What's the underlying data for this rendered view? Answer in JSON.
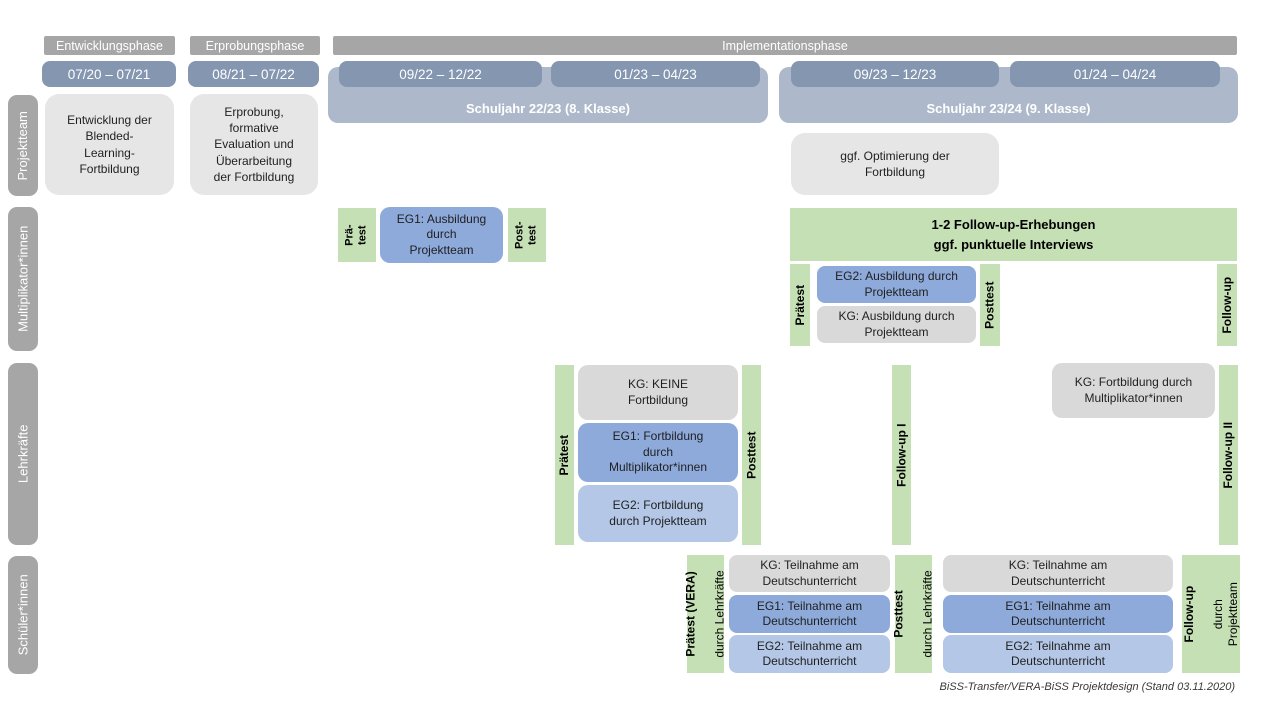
{
  "palette": {
    "phase_gray": "#a6a6a6",
    "date_bar_blue": "#8496b0",
    "schoolyear_blue": "#adb9ca",
    "projektteam_box_gray": "#e7e6e6",
    "test_green": "#c5e0b4",
    "eg1_blue": "#8eaadb",
    "eg2_light_blue": "#b4c7e7",
    "kg_gray": "#d9d9d9"
  },
  "header": {
    "phases": [
      {
        "label": "Entwicklungsphase"
      },
      {
        "label": "Erprobungsphase"
      },
      {
        "label": "Implementationsphase"
      }
    ],
    "periods": [
      {
        "label": "07/20 – 07/21"
      },
      {
        "label": "08/21 – 07/22"
      },
      {
        "label": "09/22 – 12/22"
      },
      {
        "label": "01/23 – 04/23"
      },
      {
        "label": "09/23 – 12/23"
      },
      {
        "label": "01/24 – 04/24"
      }
    ],
    "school_years": [
      {
        "label": "Schuljahr 22/23 (8. Klasse)"
      },
      {
        "label": "Schuljahr 23/24 (9. Klasse)"
      }
    ]
  },
  "rows": {
    "projektteam": {
      "label": "Projektteam"
    },
    "multiplikatoren": {
      "label": "Multiplikator*innen"
    },
    "lehrkraefte": {
      "label": "Lehrkräfte"
    },
    "schueler": {
      "label": "Schüler*innen"
    }
  },
  "projektteam": {
    "entwicklung": "Entwicklung der\nBlended-\nLearning-\nFortbildung",
    "erprobung": "Erprobung,\nformative\nEvaluation und\nÜberarbeitung\nder Fortbildung",
    "optimierung": "ggf. Optimierung der\nFortbildung"
  },
  "multiplikatoren": {
    "praetest1": "Prä-\ntest",
    "eg1": "EG1: Ausbildung\ndurch\nProjektteam",
    "posttest1": "Post-\ntest",
    "followup_header": "1-2 Follow-up-Erhebungen\nggf. punktuelle Interviews",
    "praetest2": "Prätest",
    "eg2": "EG2: Ausbildung durch\nProjektteam",
    "kg": "KG: Ausbildung durch\nProjektteam",
    "posttest2": "Posttest",
    "followup": "Follow-up"
  },
  "lehrkraefte": {
    "praetest": "Prätest",
    "kg": "KG: KEINE\nFortbildung",
    "eg1": "EG1: Fortbildung\ndurch\nMultiplikator*innen",
    "eg2": "EG2: Fortbildung\ndurch Projektteam",
    "posttest": "Posttest",
    "followup1": "Follow-up I",
    "kg2": "KG: Fortbildung durch\nMultiplikator*innen",
    "followup2": "Follow-up II"
  },
  "schueler": {
    "praetest_title": "Prätest (VERA)",
    "praetest_sub": "durch Lehrkräfte",
    "kg": "KG: Teilnahme am\nDeutschunterricht",
    "eg1": "EG1: Teilnahme am\nDeutschunterricht",
    "eg2": "EG2: Teilnahme am\nDeutschunterricht",
    "posttest_title": "Posttest",
    "posttest_sub": "durch Lehrkräfte",
    "kg2": "KG: Teilnahme am\nDeutschunterricht",
    "eg1_2": "EG1: Teilnahme am\nDeutschunterricht",
    "eg2_2": "EG2: Teilnahme am\nDeutschunterricht",
    "followup_title": "Follow-up",
    "followup_sub": "durch\nProjektteam"
  },
  "caption": "BiSS-Transfer/VERA-BiSS Projektdesign (Stand 03.11.2020)"
}
